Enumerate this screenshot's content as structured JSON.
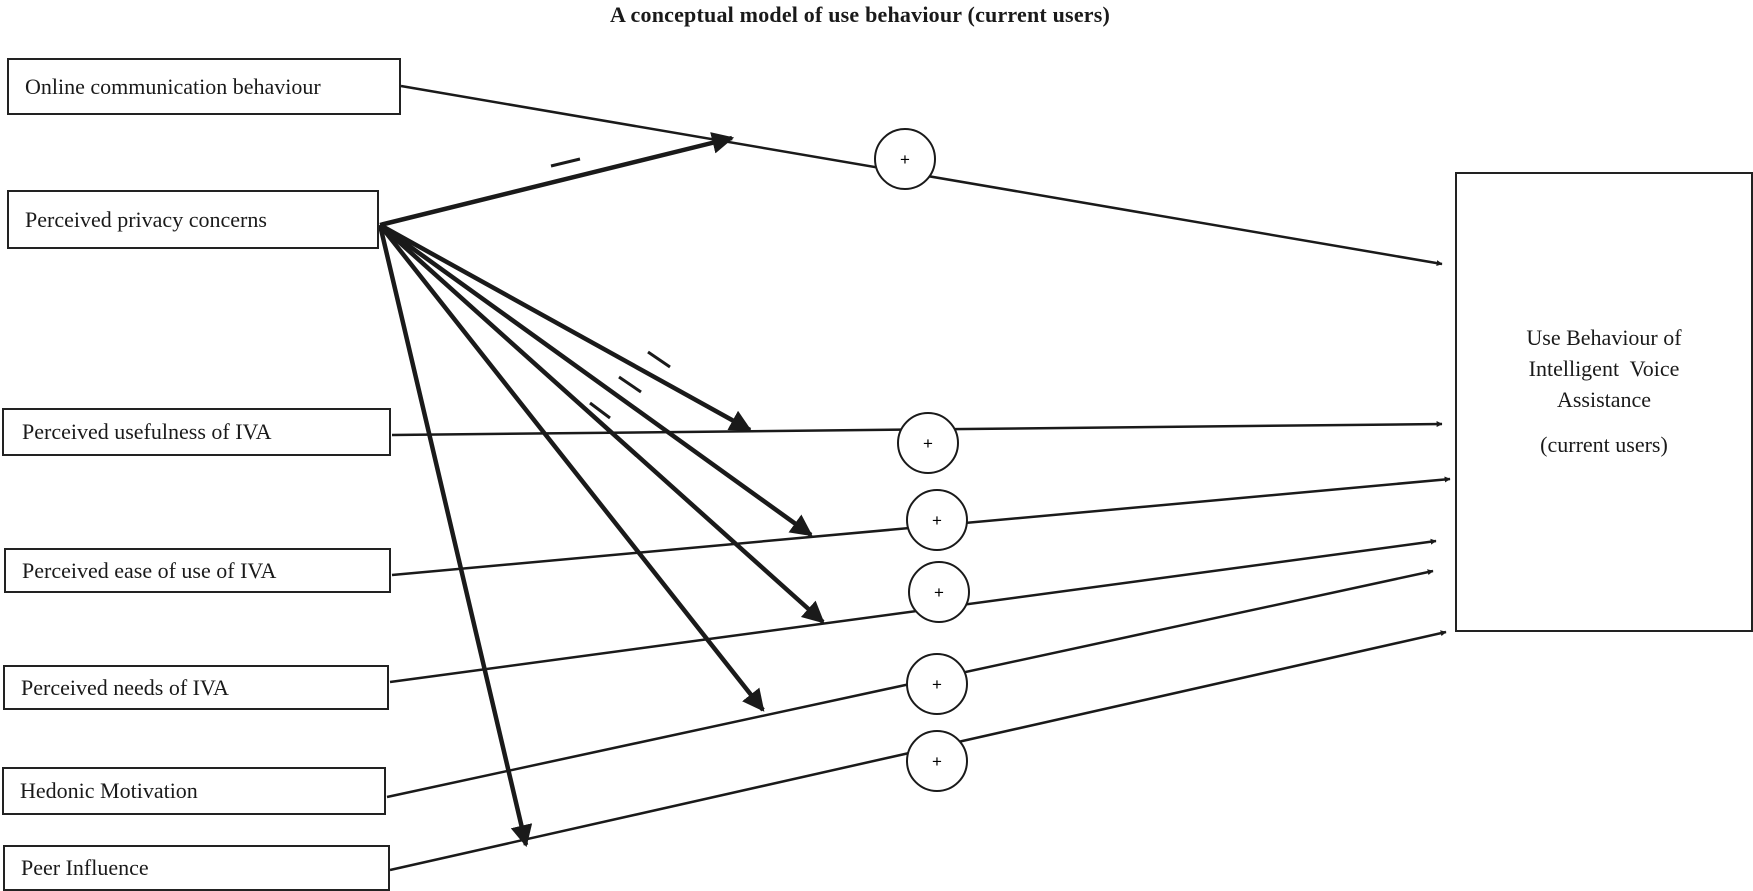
{
  "title": "A conceptual model of use behaviour (current users)",
  "constructs": [
    {
      "id": "ocb",
      "label": "Online communication behaviour"
    },
    {
      "id": "ppc",
      "label": "Perceived privacy concerns"
    },
    {
      "id": "pu",
      "label": "Perceived usefulness of IVA"
    },
    {
      "id": "peou",
      "label": "Perceived ease of use of IVA"
    },
    {
      "id": "pn",
      "label": "Perceived needs of IVA"
    },
    {
      "id": "hm",
      "label": "Hedonic Motivation"
    },
    {
      "id": "pi",
      "label": "Peer Influence"
    }
  ],
  "outcome": {
    "line1": "Use Behaviour of",
    "line2": "Intelligent  Voice",
    "line3": "Assistance",
    "line4": "(current users)"
  },
  "signs": {
    "positive": "+",
    "negative": "–"
  },
  "direct_paths": [
    {
      "from": "Online communication behaviour",
      "to": "Use Behaviour of Intelligent Voice Assistance",
      "sign": "+"
    },
    {
      "from": "Perceived usefulness of IVA",
      "to": "Use Behaviour of Intelligent Voice Assistance",
      "sign": "+"
    },
    {
      "from": "Perceived ease of use of IVA",
      "to": "Use Behaviour of Intelligent Voice Assistance",
      "sign": "+"
    },
    {
      "from": "Perceived needs of IVA",
      "to": "Use Behaviour of Intelligent Voice Assistance",
      "sign": "+"
    },
    {
      "from": "Hedonic Motivation",
      "to": "Use Behaviour of Intelligent Voice Assistance",
      "sign": "+"
    },
    {
      "from": "Peer Influence",
      "to": "Use Behaviour of Intelligent Voice Assistance",
      "sign": "+"
    }
  ],
  "moderating_paths": [
    {
      "from": "Perceived privacy concerns",
      "moderates": "Online communication behaviour",
      "sign": "-"
    },
    {
      "from": "Perceived privacy concerns",
      "moderates": "Perceived usefulness of IVA",
      "sign": "-"
    },
    {
      "from": "Perceived privacy concerns",
      "moderates": "Perceived ease of use of IVA",
      "sign": "-"
    },
    {
      "from": "Perceived privacy concerns",
      "moderates": "Perceived needs of IVA",
      "sign": "-"
    },
    {
      "from": "Perceived privacy concerns",
      "moderates": "Hedonic Motivation"
    },
    {
      "from": "Perceived privacy concerns",
      "moderates": "Peer Influence"
    }
  ]
}
